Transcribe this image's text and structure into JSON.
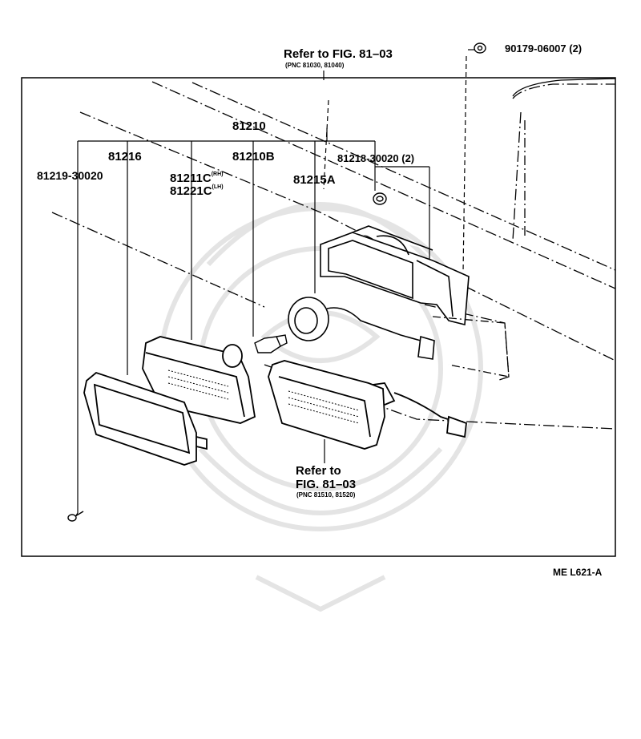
{
  "labels": {
    "ref_top_line1": "Refer to FIG. 81–03",
    "ref_top_line2": "(PNC 81030, 81040)",
    "part_90179": "90179-06007 (2)",
    "part_81210": "81210",
    "part_81216": "81216",
    "part_81210B": "81210B",
    "part_81218": "81218-30020 (2)",
    "part_81219": "81219-30020",
    "part_81211C": "81211C",
    "part_81211C_side": "(RH)",
    "part_81221C": "81221C",
    "part_81221C_side": "(LH)",
    "part_81215A": "81215A",
    "ref_bottom_line1": "Refer to",
    "ref_bottom_line2": "FIG. 81–03",
    "ref_bottom_line3": "(PNC 81510, 81520)",
    "diagram_code": "ME L621-A"
  },
  "colors": {
    "ink": "#000000",
    "background": "#ffffff",
    "watermark": "#e4e4e4"
  }
}
